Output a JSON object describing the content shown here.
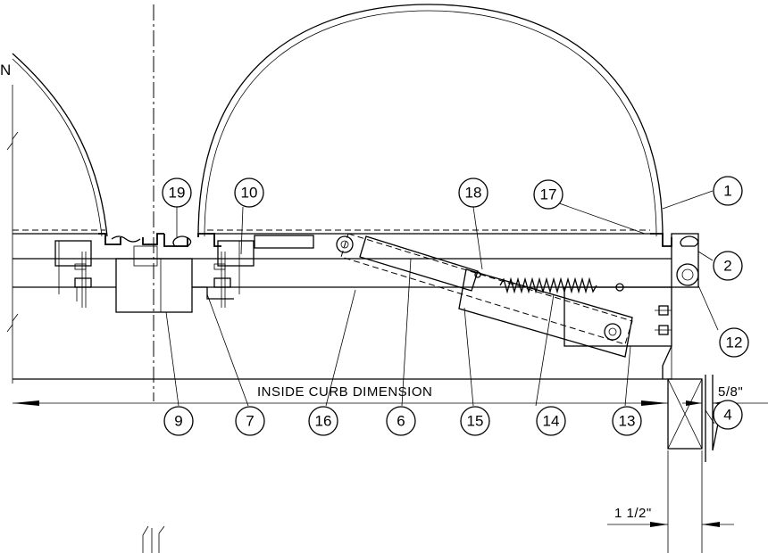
{
  "drawing": {
    "edge_label": "N",
    "dimensions": {
      "inside_curb": "INSIDE CURB DIMENSION",
      "flange": "5/8\"",
      "curb": "1 1/2\""
    },
    "callouts": [
      "1",
      "2",
      "4",
      "6",
      "7",
      "9",
      "10",
      "12",
      "13",
      "14",
      "15",
      "16",
      "17",
      "18",
      "19"
    ]
  }
}
